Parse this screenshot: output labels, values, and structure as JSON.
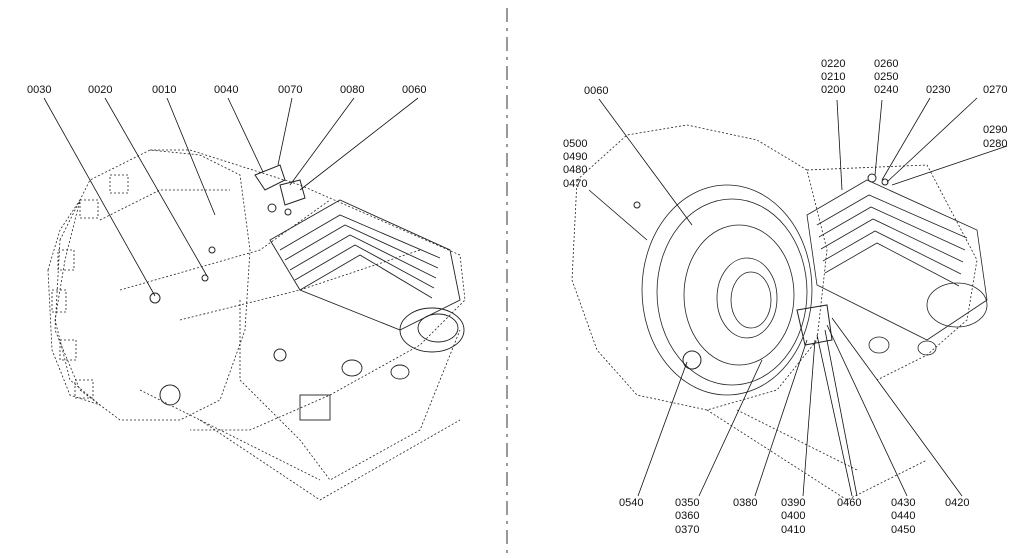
{
  "left_view": {
    "callouts": [
      "0030",
      "0020",
      "0010",
      "0040",
      "0070",
      "0080",
      "0060"
    ]
  },
  "right_view": {
    "top_callouts": [
      "0060",
      "0220",
      "0210",
      "0200",
      "0260",
      "0250",
      "0240",
      "0230",
      "0270",
      "0290",
      "0280"
    ],
    "side_callouts": [
      "0500",
      "0490",
      "0480",
      "0470"
    ],
    "bottom_callouts": [
      "0540",
      "0350",
      "0360",
      "0370",
      "0380",
      "0390",
      "0400",
      "0410",
      "0460",
      "0430",
      "0440",
      "0450",
      "0420"
    ]
  },
  "colors": {
    "line": "#222222",
    "background": "#ffffff"
  }
}
